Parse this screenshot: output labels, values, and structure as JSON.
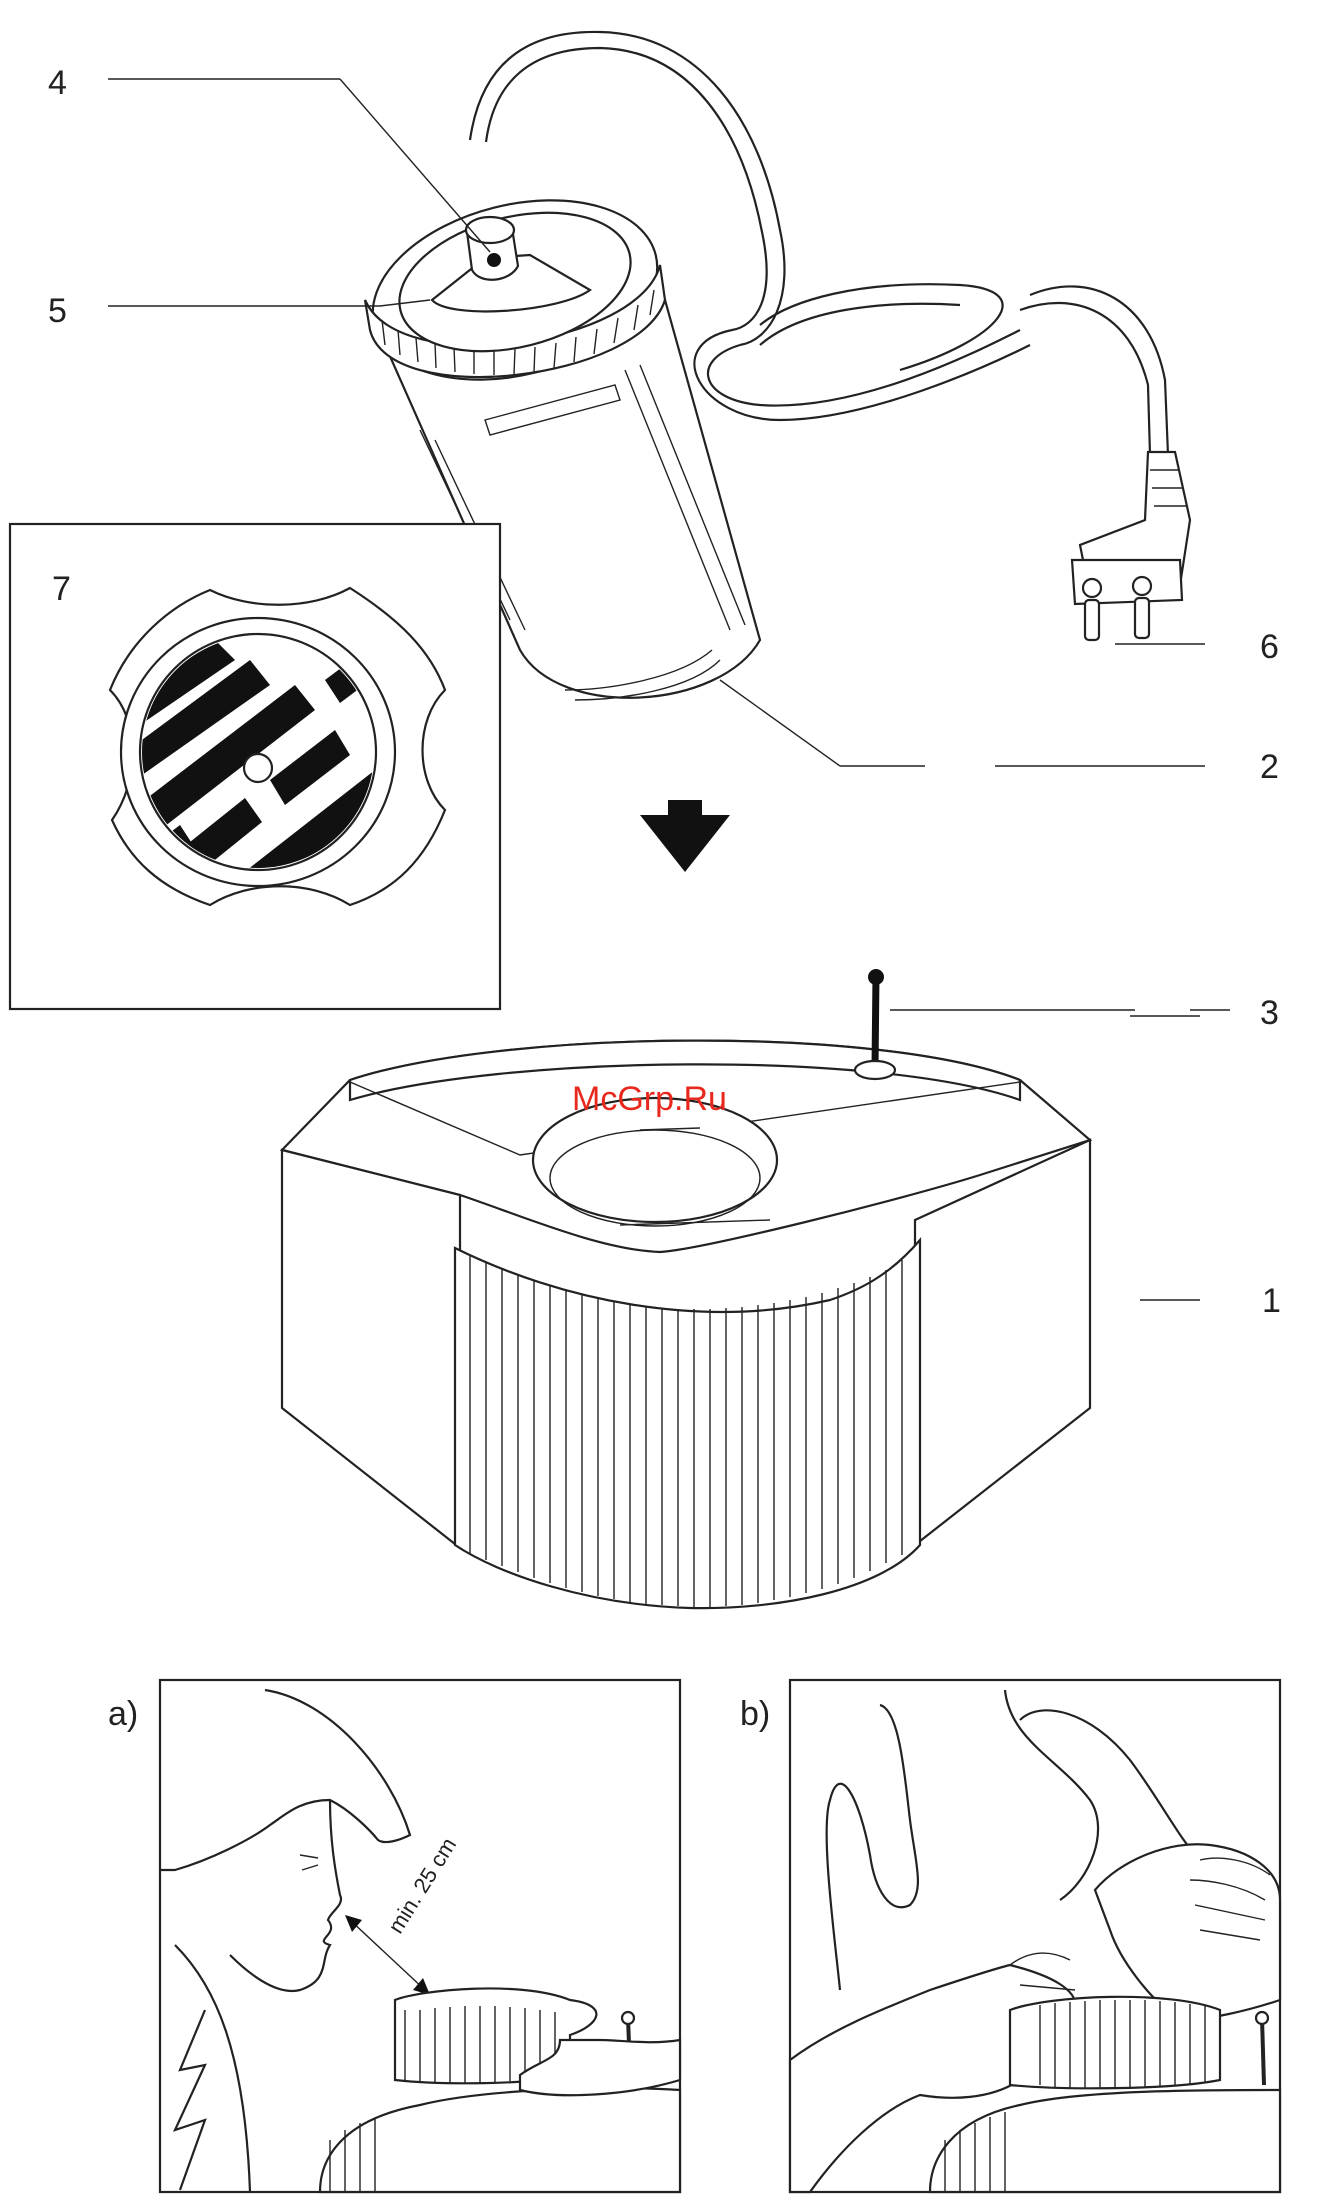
{
  "labels": {
    "n1": "1",
    "n2": "2",
    "n3": "3",
    "n4": "4",
    "n5": "5",
    "n6": "6",
    "n7": "7",
    "panel_a": "a)",
    "panel_b": "b)"
  },
  "annotation": "min. 25 cm",
  "watermark": "McGrp.Ru",
  "icons": [
    "power-cord-icon",
    "plug-icon",
    "cartridge-icon",
    "grille-icon",
    "down-arrow-icon",
    "base-unit-icon",
    "pin-icon"
  ],
  "colors": {
    "line": "#222222",
    "watermark": "#e8281c",
    "background": "#ffffff"
  }
}
